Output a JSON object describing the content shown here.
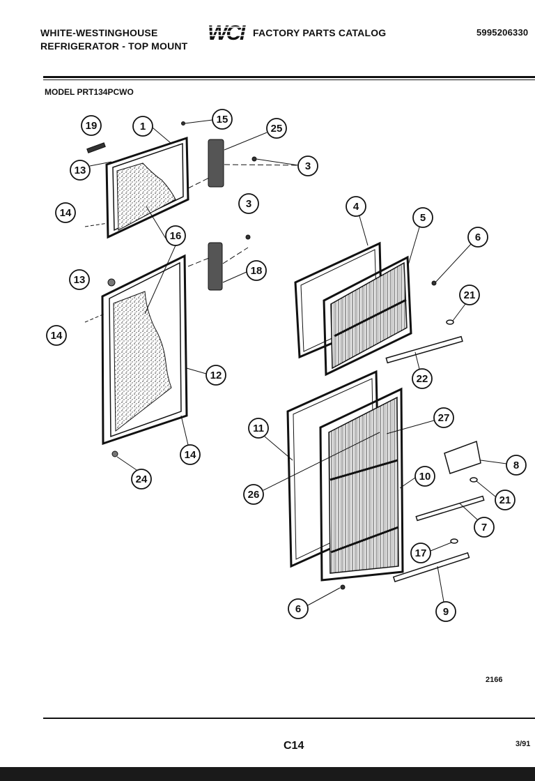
{
  "header": {
    "brand_line1": "WHITE-WESTINGHOUSE",
    "brand_line2": "REFRIGERATOR - TOP MOUNT",
    "logo_text": "WCI",
    "catalog": "FACTORY PARTS CATALOG",
    "part_number": "5995206330"
  },
  "model": "MODEL PRT134PCWO",
  "callouts": [
    "19",
    "1",
    "15",
    "25",
    "13",
    "3",
    "14",
    "16",
    "3",
    "13",
    "18",
    "14",
    "12",
    "14",
    "24",
    "4",
    "5",
    "6",
    "21",
    "22",
    "27",
    "11",
    "8",
    "26",
    "10",
    "21",
    "7",
    "17",
    "6",
    "9"
  ],
  "figure_number": "2166",
  "footer": {
    "page": "C14",
    "date": "3/91"
  }
}
